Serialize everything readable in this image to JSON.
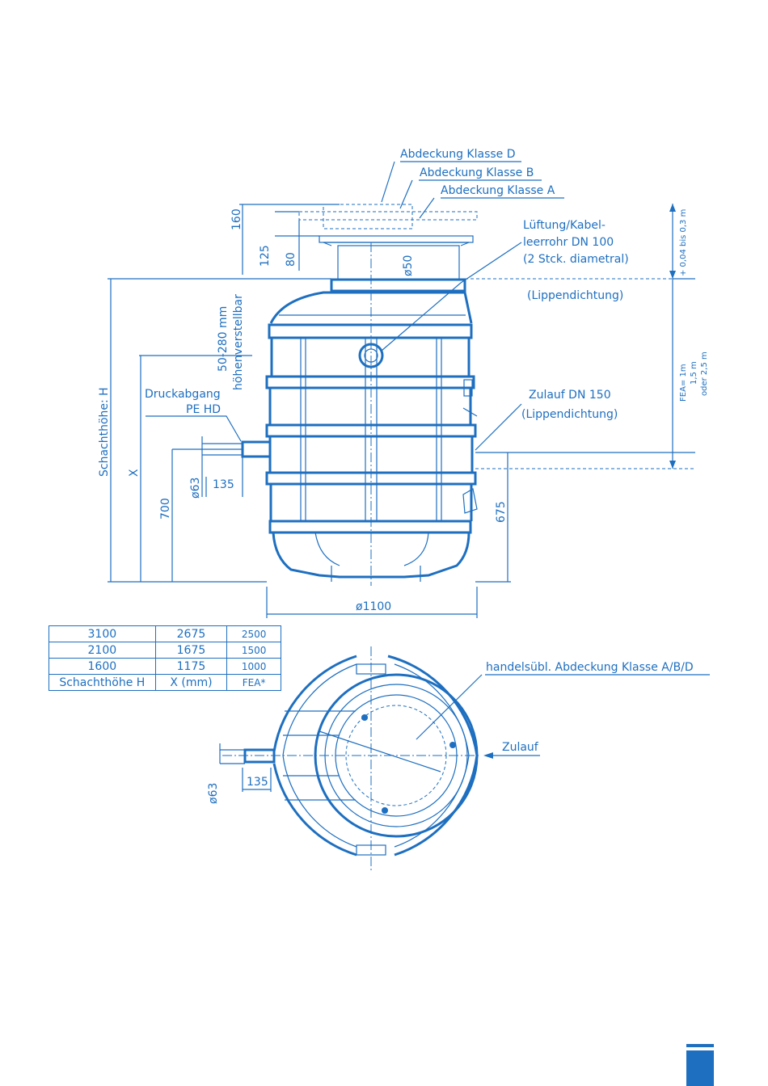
{
  "labels": {
    "cover_d": "Abdeckung Klasse D",
    "cover_b": "Abdeckung Klasse B",
    "cover_a": "Abdeckung Klasse A",
    "vent1": "Lüftung/Kabel-",
    "vent2": "leerrohr DN 100",
    "vent3": "(2 Stck. diametral)",
    "lip_seal": "(Lippendichtung)",
    "inlet1": "Zulauf DN 150",
    "inlet2": "(Lippendichtung)",
    "pressure1": "Druckabgang",
    "pressure2": "PE HD",
    "adjust1": "50-280 mm",
    "adjust2": "höhenverstellbar",
    "shaft_height": "Schachthöhe: H",
    "x_label": "X",
    "fea_range": "+ 0,04 bis 0,3 m",
    "fea1": "FEA= 1m",
    "fea2": "1,5 m",
    "fea3": "oder 2,5 m",
    "commercial_cover": "handelsübl. Abdeckung Klasse A/B/D",
    "inlet_top": "Zulauf"
  },
  "dims": {
    "d160": "160",
    "d125": "125",
    "d80": "80",
    "d50": "ø50",
    "d700": "700",
    "d63": "ø63",
    "d135": "135",
    "d675": "675",
    "d1100": "ø1100",
    "d63b": "ø63",
    "d135b": "135"
  },
  "table": {
    "rows": [
      [
        "3100",
        "2675",
        "2500"
      ],
      [
        "2100",
        "1675",
        "1500"
      ],
      [
        "1600",
        "1175",
        "1000"
      ]
    ],
    "header": [
      "Schachthöhe H",
      "X (mm)",
      "FEA*"
    ]
  },
  "colors": {
    "accent": "#1e6fc0"
  }
}
